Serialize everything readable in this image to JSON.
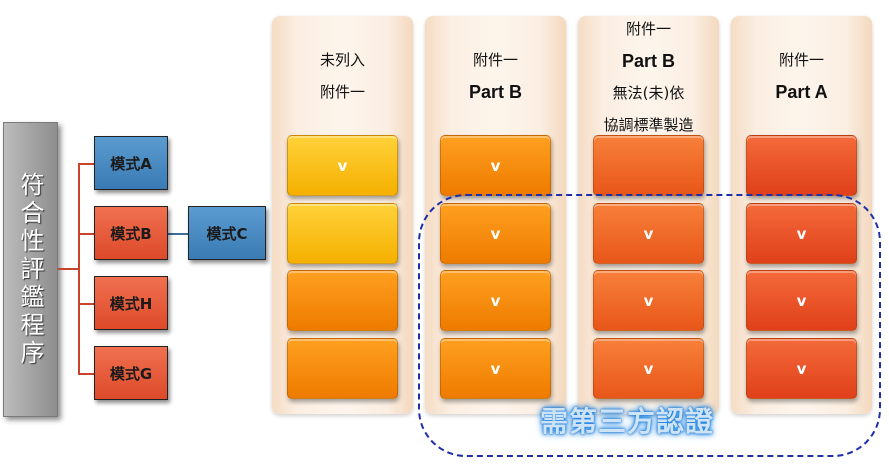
{
  "root": {
    "label": "符合性評鑑程序"
  },
  "modes": {
    "a": "模式A",
    "b": "模式B",
    "h": "模式H",
    "g": "模式G",
    "c": "模式C"
  },
  "columns": [
    {
      "lines": [
        "未列入",
        "附件一"
      ],
      "cells": [
        "v",
        "",
        "",
        ""
      ]
    },
    {
      "lines": [
        "附件一",
        "Part B"
      ],
      "cells": [
        "v",
        "v",
        "v",
        "v"
      ]
    },
    {
      "lines": [
        "附件一",
        "Part B",
        "無法(未)依",
        "協調標準製造"
      ],
      "cells": [
        "",
        "v",
        "v",
        "v"
      ]
    },
    {
      "lines": [
        "附件一",
        "Part A"
      ],
      "cells": [
        "",
        "v",
        "v",
        "v"
      ]
    }
  ],
  "third_party": {
    "label": "需第三方認證"
  },
  "colors": {
    "connector": "#c8432a",
    "mode_blue": "#3b7bb4",
    "mode_red": "#dd4a2a",
    "dashed_border": "#1e2fa8"
  }
}
